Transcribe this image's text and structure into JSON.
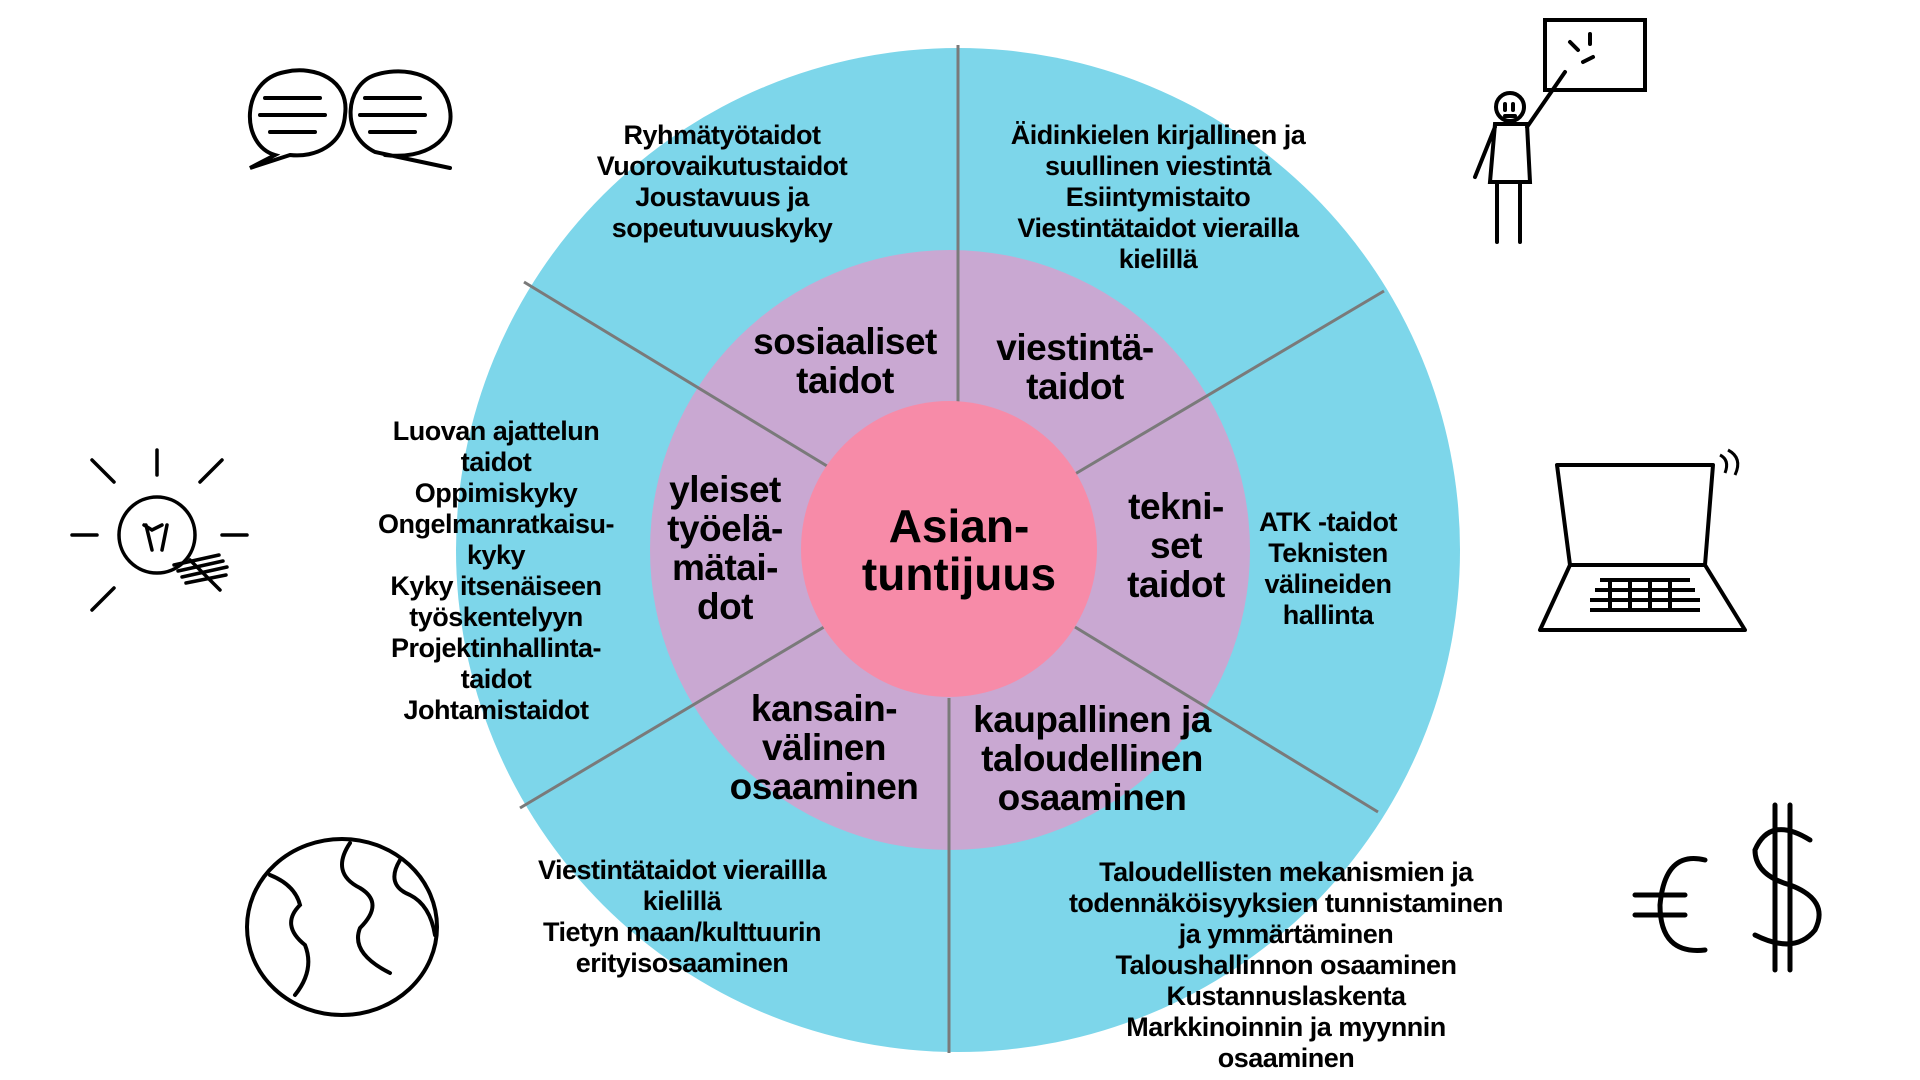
{
  "colors": {
    "outer": "#7dd6ea",
    "middle": "#c9a8d2",
    "core": "#f78ba8",
    "divider": "#7a7a7a"
  },
  "core": {
    "lines": [
      "Asian-",
      "tuntijuus"
    ]
  },
  "segments": [
    {
      "id": "social",
      "label": [
        "sosiaaliset",
        "taidot"
      ],
      "items": [
        "Ryhmätyötaidot",
        "Vuorovaikutustaidot",
        "Joustavuus ja",
        "sopeutuvuuskyky"
      ],
      "icon": "speech-bubbles-icon"
    },
    {
      "id": "communication",
      "label": [
        "viestintä-",
        "taidot"
      ],
      "items": [
        "Äidinkielen kirjallinen ja",
        "suullinen viestintä",
        "Esiintymistaito",
        "Viestintätaidot vierailla",
        "kielillä"
      ],
      "icon": "presenter-icon"
    },
    {
      "id": "technical",
      "label": [
        "tekni-",
        "set",
        "taidot"
      ],
      "items": [
        "ATK -taidot",
        "Teknisten",
        "välineiden",
        "hallinta"
      ],
      "icon": "laptop-icon"
    },
    {
      "id": "commercial",
      "label": [
        "kaupallinen ja",
        "taloudellinen",
        "osaaminen"
      ],
      "items": [
        "Taloudellisten mekanismien ja",
        "todennäköisyyksien tunnistaminen",
        "ja ymmärtäminen",
        "Taloushallinnon osaaminen",
        "Kustannuslaskenta",
        "Markkinoinnin ja myynnin",
        "osaaminen"
      ],
      "icon": "currency-icon"
    },
    {
      "id": "international",
      "label": [
        "kansain-",
        "välinen",
        "osaaminen"
      ],
      "items": [
        "Viestintätaidot vieraillla",
        "kielillä",
        "Tietyn maan/kulttuurin",
        "erityisosaaminen"
      ],
      "icon": "globe-icon"
    },
    {
      "id": "general",
      "label": [
        "yleiset",
        "työelä-",
        "mätai-",
        "dot"
      ],
      "items": [
        "Luovan ajattelun",
        "taidot",
        "Oppimiskyky",
        "Ongelmanratkaisu-",
        "kyky",
        "Kyky itsenäiseen",
        "työskentelyyn",
        "Projektinhallinta-",
        "taidot",
        "Johtamistaidot"
      ],
      "icon": "lightbulb-icon"
    }
  ]
}
